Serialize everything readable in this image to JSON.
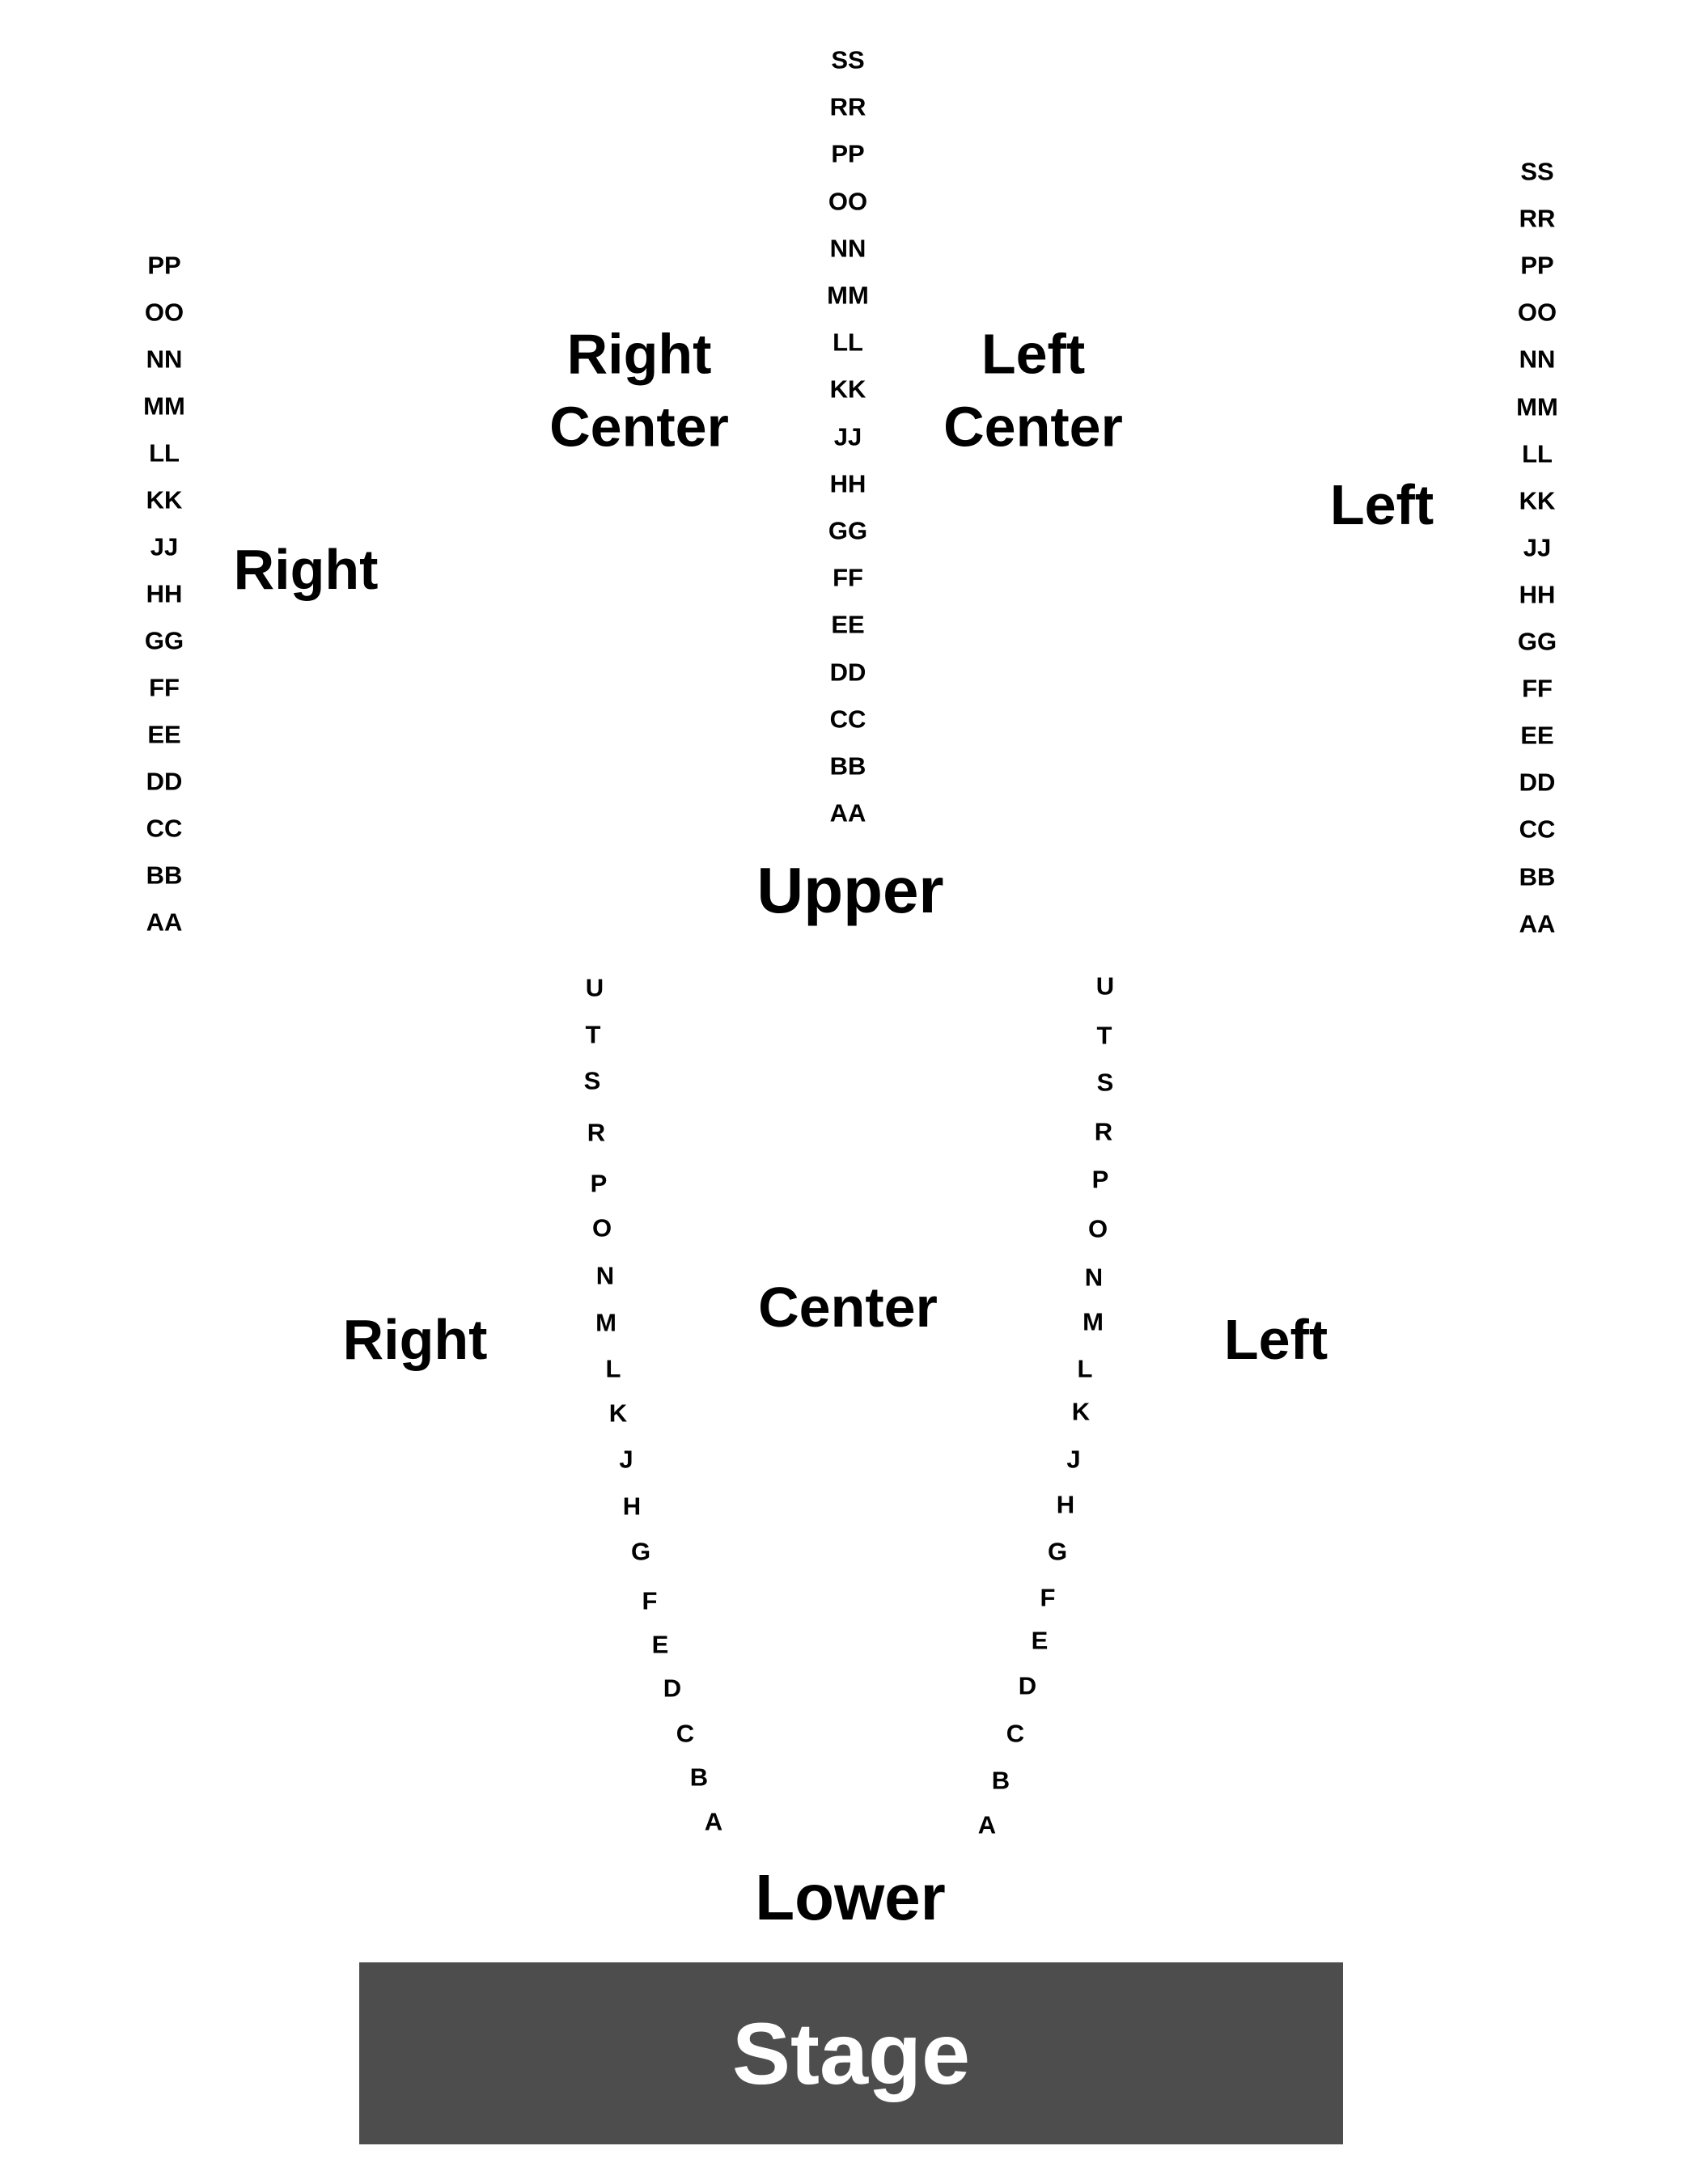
{
  "colors": {
    "background": "#ffffff",
    "text": "#000000",
    "stage_fill": "#4d4d4d",
    "stage_text": "#ffffff"
  },
  "sections": {
    "upper": "Upper",
    "lower": "Lower",
    "upper_right": "Right",
    "upper_right_center": [
      "Right",
      "Center"
    ],
    "upper_left_center": [
      "Left",
      "Center"
    ],
    "upper_left": "Left",
    "lower_right": "Right",
    "lower_center": "Center",
    "lower_left": "Left"
  },
  "stage": {
    "label": "Stage"
  },
  "rows": {
    "upper_center": [
      "SS",
      "RR",
      "PP",
      "OO",
      "NN",
      "MM",
      "LL",
      "KK",
      "JJ",
      "HH",
      "GG",
      "FF",
      "EE",
      "DD",
      "CC",
      "BB",
      "AA"
    ],
    "upper_left": [
      "SS",
      "RR",
      "PP",
      "OO",
      "NN",
      "MM",
      "LL",
      "KK",
      "JJ",
      "HH",
      "GG",
      "FF",
      "EE",
      "DD",
      "CC",
      "BB",
      "AA"
    ],
    "upper_right": [
      "PP",
      "OO",
      "NN",
      "MM",
      "LL",
      "KK",
      "JJ",
      "HH",
      "GG",
      "FF",
      "EE",
      "DD",
      "CC",
      "BB",
      "AA"
    ],
    "lower_left_aisle": [
      "U",
      "T",
      "S",
      "R",
      "P",
      "O",
      "N",
      "M",
      "L",
      "K",
      "J",
      "H",
      "G",
      "F",
      "E",
      "D",
      "C",
      "B",
      "A"
    ],
    "lower_right_aisle": [
      "U",
      "T",
      "S",
      "R",
      "P",
      "O",
      "N",
      "M",
      "L",
      "K",
      "J",
      "H",
      "G",
      "F",
      "E",
      "D",
      "C",
      "B",
      "A"
    ]
  }
}
